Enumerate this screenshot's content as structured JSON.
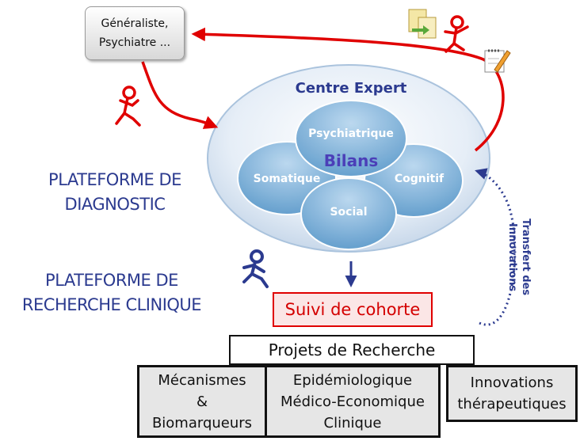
{
  "gp_box": {
    "line1": "Généraliste,",
    "line2": "Psychiatre ..."
  },
  "centre_expert": "Centre Expert",
  "bilans": "Bilans",
  "circles": {
    "psychiatrique": "Psychiatrique",
    "somatique": "Somatique",
    "cognitif": "Cognitif",
    "social": "Social"
  },
  "plateforme_diagnostic": {
    "line1": "PLATEFORME DE",
    "line2": "DIAGNOSTIC"
  },
  "plateforme_recherche": {
    "line1": "PLATEFORME DE",
    "line2": "RECHERCHE CLINIQUE"
  },
  "transfert": {
    "line1": "Transfert des",
    "line2": "Innovations"
  },
  "suivi": "Suivi de cohorte",
  "projets": "Projets de Recherche",
  "mecanismes": {
    "line1": "Mécanismes",
    "line2": "&",
    "line3": "Biomarqueurs"
  },
  "epidemiologique": {
    "line1": "Epidémiologique",
    "line2": "Médico-Economique",
    "line3": "Clinique"
  },
  "innovations": {
    "line1": "Innovations",
    "line2": "thérapeutiques"
  },
  "colors": {
    "red": "#e00000",
    "navy": "#2b3a8f",
    "bubble": "#7fb3d8",
    "ellipse": "#dbe8f4"
  },
  "icons": [
    "running-person-red-icon",
    "running-person-navy-icon",
    "transfer-document-icon",
    "notepad-pencil-icon"
  ]
}
